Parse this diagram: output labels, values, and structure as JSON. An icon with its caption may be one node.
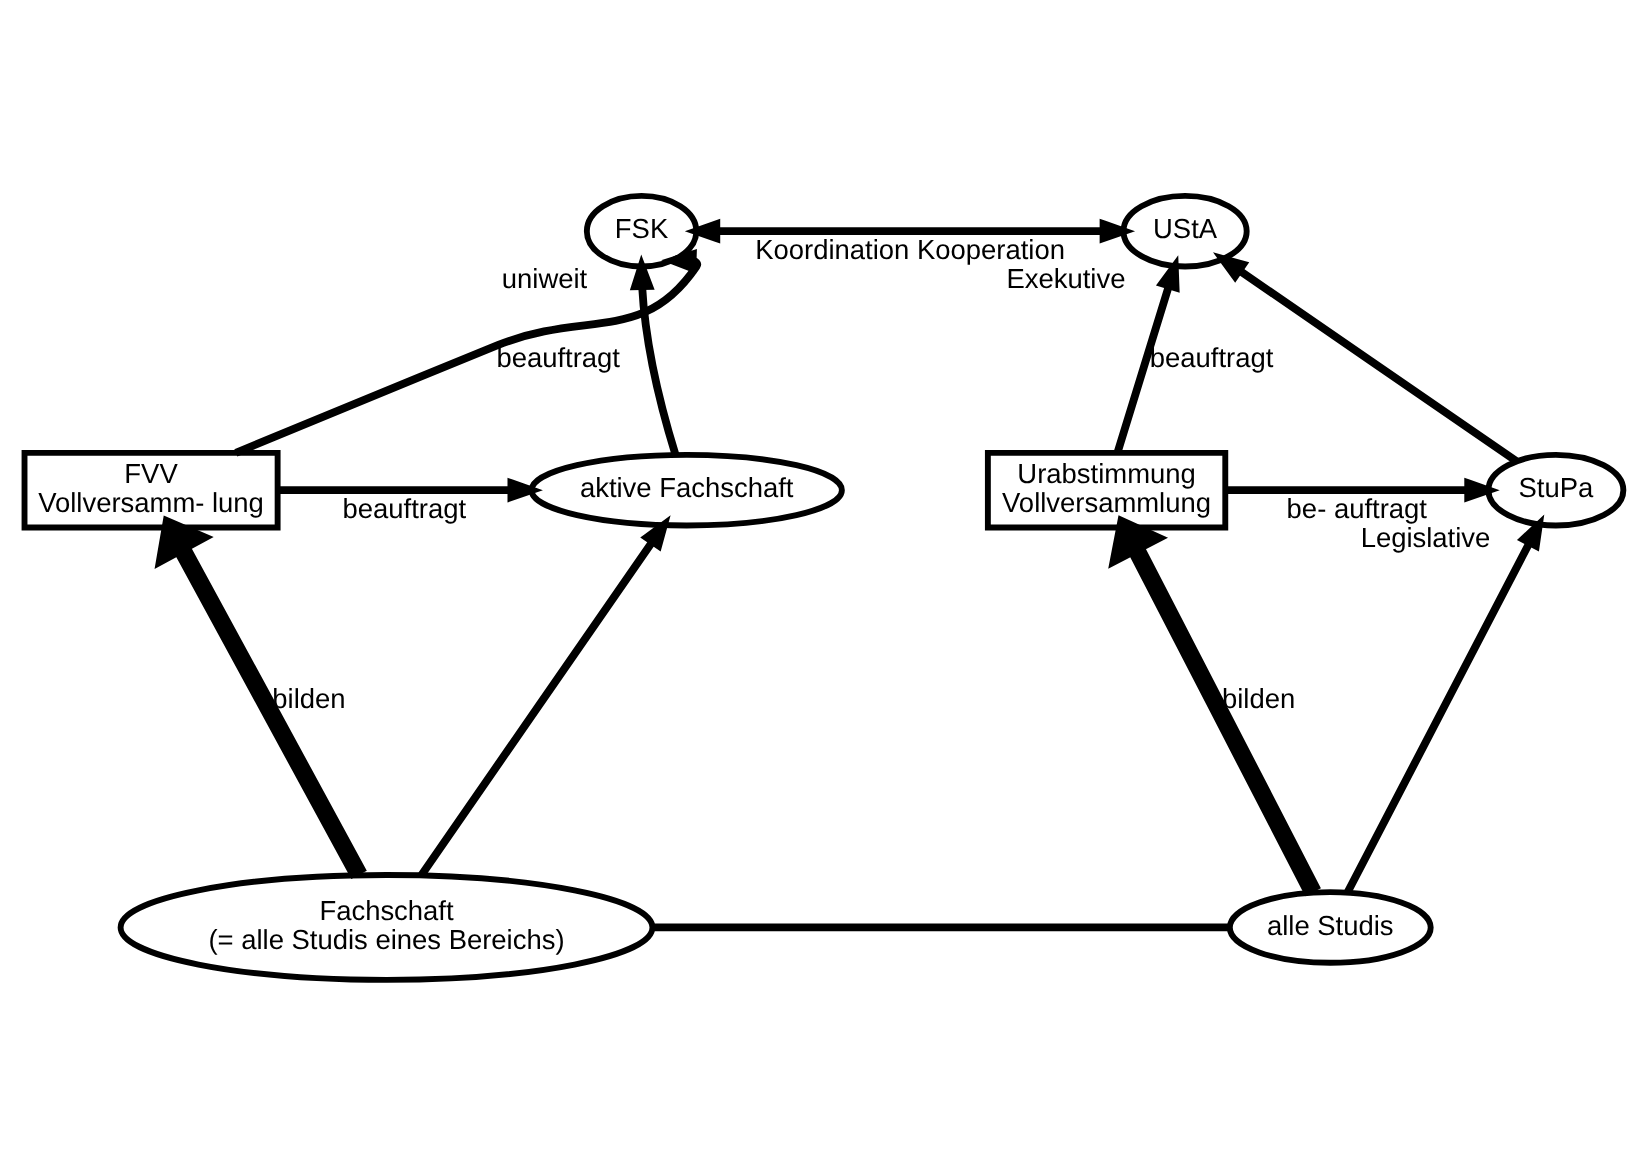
{
  "diagram": {
    "nodes": [
      {
        "text": [
          "FSK"
        ],
        "beside": [
          "uniweit"
        ]
      },
      {
        "text": [
          "UStA"
        ],
        "beside": [
          "Exekutive"
        ]
      },
      {
        "text": [
          "FVV",
          "Vollversamm- lung"
        ]
      },
      {
        "text": [
          "Urabstimmung",
          "Vollversammlung"
        ]
      },
      {
        "text": [
          "aktive Fachschaft"
        ]
      },
      {
        "text": [
          "StuPa"
        ],
        "beside": [
          "Legislative"
        ]
      },
      {
        "text": [
          "Fachschaft",
          "(= alle Studis eines Bereichs)"
        ]
      },
      {
        "text": [
          "alle Studis"
        ]
      }
    ],
    "edges": [
      {
        "from": 0,
        "to": 1,
        "arrow": "both",
        "label": "Koordination Kooperation"
      },
      {
        "from": 2,
        "to": 0,
        "arrow": "to",
        "label": "beauftragt"
      },
      {
        "from": 2,
        "to": 4,
        "arrow": "to",
        "label": "beauftragt"
      },
      {
        "from": 3,
        "to": 1,
        "arrow": "to",
        "label": "beauftragt"
      },
      {
        "from": 3,
        "to": 5,
        "arrow": "to",
        "label": "be- auftragt"
      },
      {
        "from": 4,
        "to": 0,
        "arrow": "to"
      },
      {
        "from": 5,
        "to": 1,
        "arrow": "to"
      },
      {
        "from": 6,
        "to": 4,
        "arrow": "to"
      },
      {
        "from": 6,
        "to": 2,
        "arrow": "to",
        "label": "bilden",
        "style": "thick"
      },
      {
        "from": 7,
        "to": 3,
        "arrow": "to",
        "label": "bilden",
        "style": "thick"
      },
      {
        "from": 7,
        "to": 5,
        "arrow": "to"
      },
      {
        "from": 6,
        "to": 7,
        "arrow": "none"
      }
    ]
  }
}
